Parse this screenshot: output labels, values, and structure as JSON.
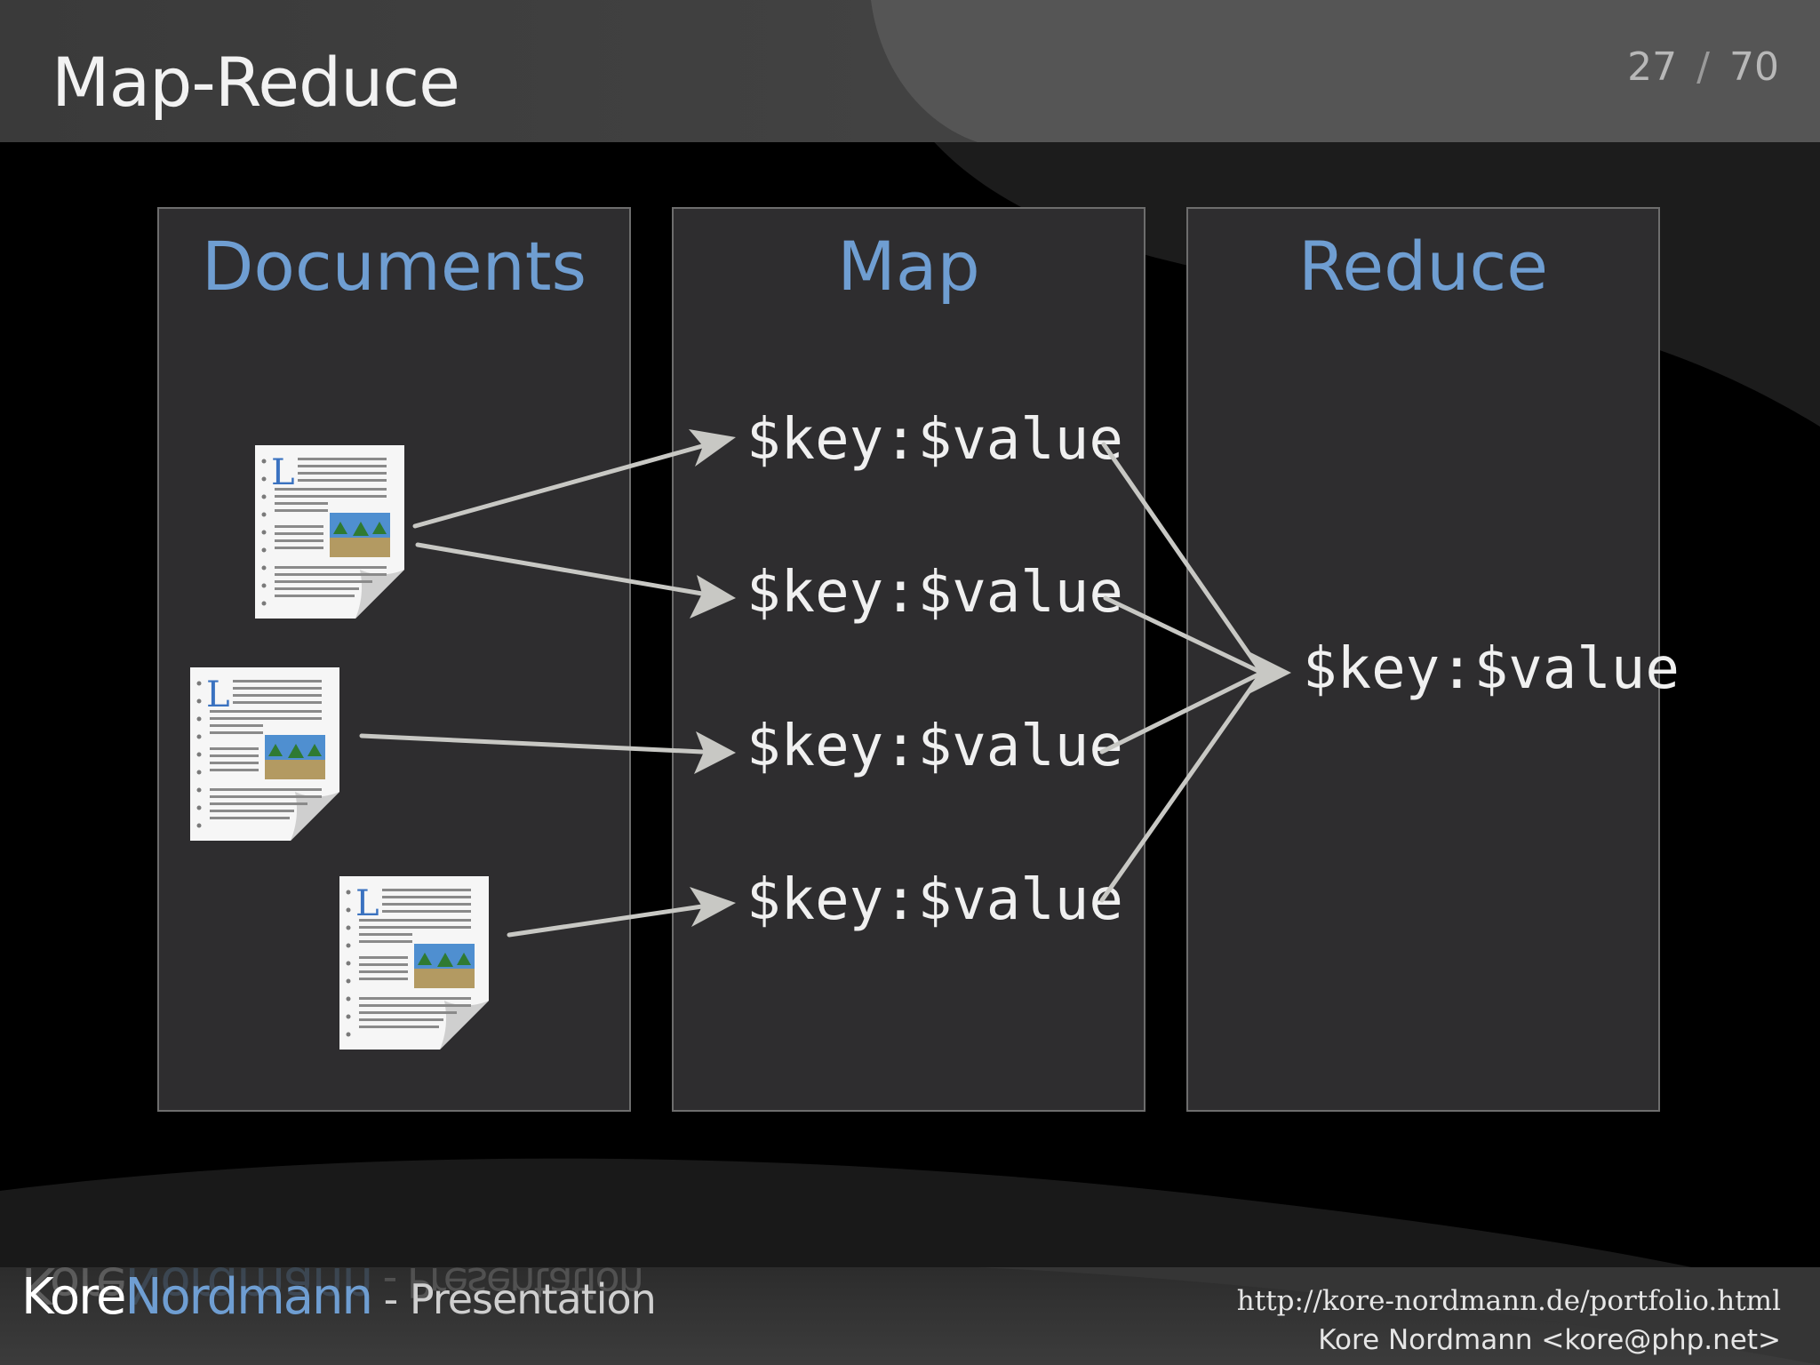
{
  "slide": {
    "title": "Map-Reduce",
    "page_current": "27",
    "page_separator": "/",
    "page_total": "70"
  },
  "columns": {
    "documents": {
      "title": "Documents"
    },
    "map": {
      "title": "Map",
      "items": [
        "$key:$value",
        "$key:$value",
        "$key:$value",
        "$key:$value"
      ]
    },
    "reduce": {
      "title": "Reduce",
      "item": "$key:$value"
    }
  },
  "footer": {
    "brand_first": "Kore",
    "brand_second": "Nordmann",
    "brand_suffix": " - Presentation",
    "url": "http://kore-nordmann.de/portfolio.html",
    "author": "Kore Nordmann <kore@php.net>"
  },
  "colors": {
    "accent": "#6f9ed2",
    "panel": "#2e2d2f",
    "arrow": "#c8c8c4"
  },
  "icons": {
    "documents": "text-document-icon"
  }
}
